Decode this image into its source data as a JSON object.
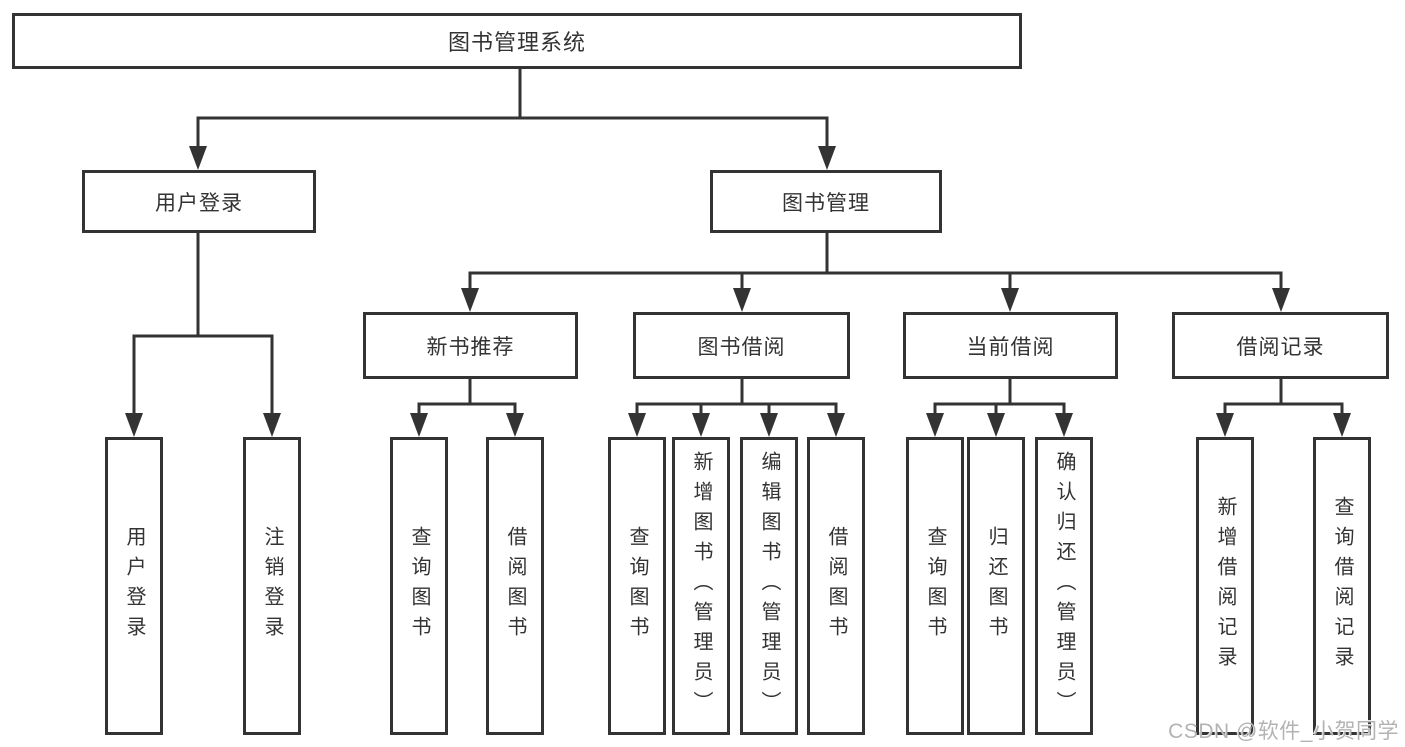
{
  "diagram_title": "图书管理系统",
  "tree": {
    "root": {
      "label": "图书管理系统"
    },
    "level2": [
      {
        "label": "用户登录"
      },
      {
        "label": "图书管理"
      }
    ],
    "level3": [
      {
        "label": "新书推荐",
        "parent": "图书管理"
      },
      {
        "label": "图书借阅",
        "parent": "图书管理"
      },
      {
        "label": "当前借阅",
        "parent": "图书管理"
      },
      {
        "label": "借阅记录",
        "parent": "图书管理"
      }
    ],
    "leaves": [
      {
        "label": "用户登录",
        "parent": "用户登录"
      },
      {
        "label": "注销登录",
        "parent": "用户登录"
      },
      {
        "label": "查询图书",
        "parent": "新书推荐"
      },
      {
        "label": "借阅图书",
        "parent": "新书推荐"
      },
      {
        "label": "查询图书",
        "parent": "图书借阅"
      },
      {
        "label": "新增图书（管理员）",
        "parent": "图书借阅"
      },
      {
        "label": "编辑图书（管理员）",
        "parent": "图书借阅"
      },
      {
        "label": "借阅图书",
        "parent": "图书借阅"
      },
      {
        "label": "查询图书",
        "parent": "当前借阅"
      },
      {
        "label": "归还图书",
        "parent": "当前借阅"
      },
      {
        "label": "确认归还（管理员）",
        "parent": "当前借阅"
      },
      {
        "label": "新增借阅记录",
        "parent": "借阅记录"
      },
      {
        "label": "查询借阅记录",
        "parent": "借阅记录"
      }
    ]
  },
  "watermark": "CSDN @软件_小贺同学",
  "colors": {
    "line": "#333333",
    "text": "#333333",
    "box_background": "#ffffff",
    "page_background": "#ffffff",
    "watermark": "#b3b3b3"
  }
}
